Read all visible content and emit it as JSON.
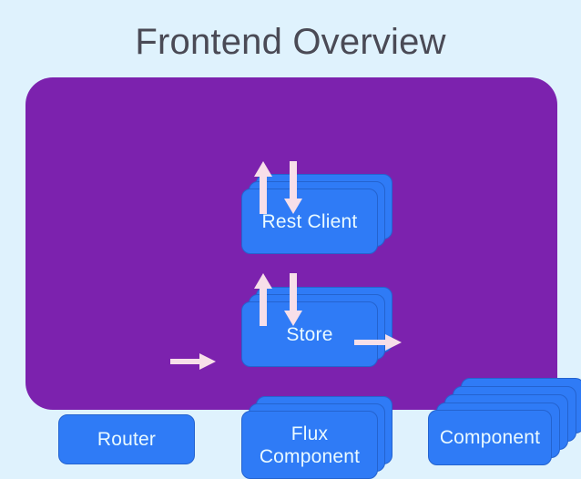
{
  "slide": {
    "title": "Frontend Overview",
    "background_color": "#dff2fd",
    "title_color": "#4a4a55",
    "panel_color": "#7c22ae",
    "node_color": "#2f7bf6",
    "node_text_color": "#eafaff",
    "arrow_color": "#f7dfe9"
  },
  "diagram": {
    "type": "flow-diagram",
    "nodes": [
      {
        "id": "rest-client",
        "label": "Rest Client",
        "stack_count": 3
      },
      {
        "id": "store",
        "label": "Store",
        "stack_count": 3
      },
      {
        "id": "flux",
        "label": "Flux\nComponent",
        "stack_count": 3
      },
      {
        "id": "router",
        "label": "Router",
        "stack_count": 1
      },
      {
        "id": "component",
        "label": "Component",
        "stack_count": 5
      }
    ],
    "arrows": [
      {
        "id": "store-to-rest-client",
        "from": "store",
        "to": "rest-client",
        "direction": "up"
      },
      {
        "id": "rest-client-to-store",
        "from": "rest-client",
        "to": "store",
        "direction": "down"
      },
      {
        "id": "flux-to-store",
        "from": "flux",
        "to": "store",
        "direction": "up"
      },
      {
        "id": "store-to-flux",
        "from": "store",
        "to": "flux",
        "direction": "down"
      },
      {
        "id": "router-to-flux",
        "from": "router",
        "to": "flux",
        "direction": "right"
      },
      {
        "id": "flux-to-component",
        "from": "flux",
        "to": "component",
        "direction": "right"
      }
    ]
  }
}
